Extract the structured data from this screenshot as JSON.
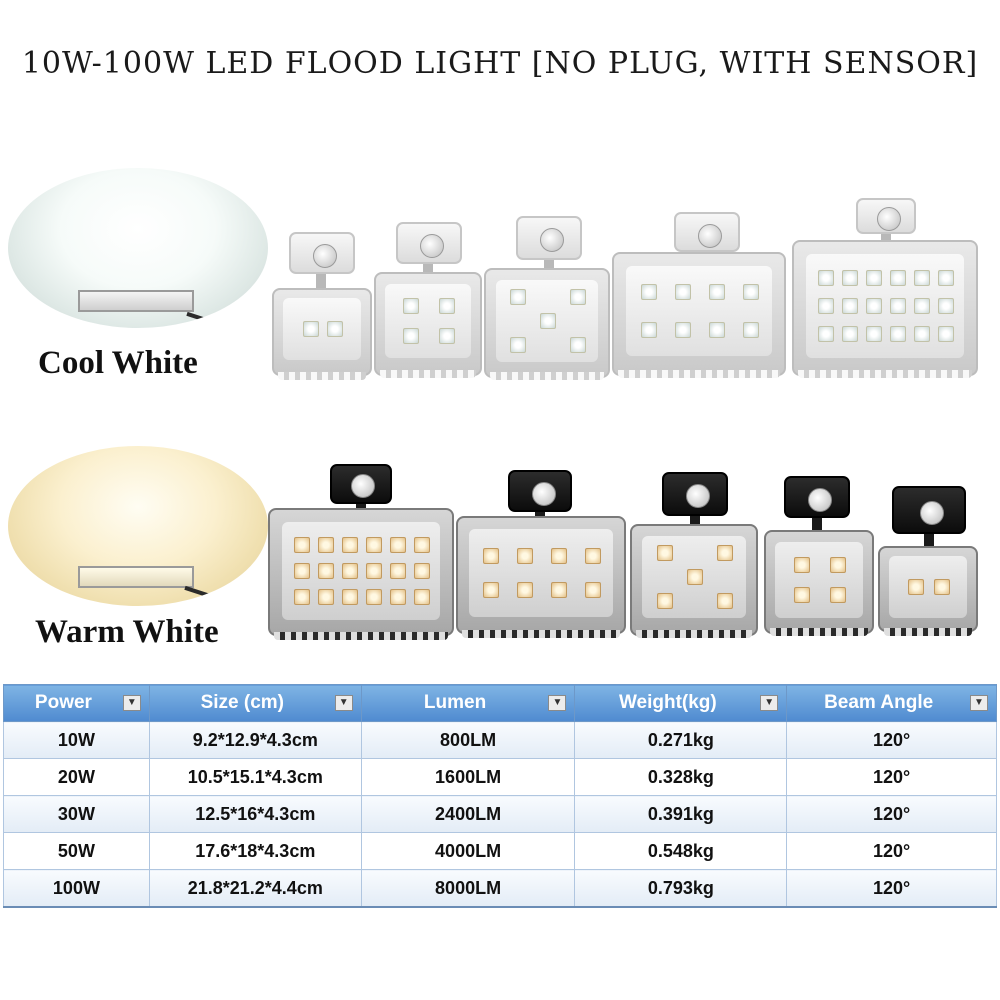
{
  "title": "10W-100W LED FLOOD LIGHT [NO PLUG, WITH SENSOR]",
  "variants": [
    {
      "label": "Cool White",
      "swatch_color": "#f6fbf9"
    },
    {
      "label": "Warm White",
      "swatch_color": "#fbf0cf"
    }
  ],
  "models_cool_order": [
    "10W",
    "20W",
    "30W",
    "50W",
    "100W"
  ],
  "models_warm_order": [
    "100W",
    "50W",
    "30W",
    "20W",
    "10W"
  ],
  "table": {
    "columns": [
      "Power",
      "Size (cm)",
      "Lumen",
      "Weight(kg)",
      "Beam Angle"
    ],
    "rows": [
      [
        "10W",
        "9.2*12.9*4.3cm",
        "800LM",
        "0.271kg",
        "120°"
      ],
      [
        "20W",
        "10.5*15.1*4.3cm",
        "1600LM",
        "0.328kg",
        "120°"
      ],
      [
        "30W",
        "12.5*16*4.3cm",
        "2400LM",
        "0.391kg",
        "120°"
      ],
      [
        "50W",
        "17.6*18*4.3cm",
        "4000LM",
        "0.548kg",
        "120°"
      ],
      [
        "100W",
        "21.8*21.2*4.4cm",
        "8000LM",
        "0.793kg",
        "120°"
      ]
    ],
    "header_color": "#5b93d6",
    "dropdown_icon": "chevron-down-icon"
  }
}
